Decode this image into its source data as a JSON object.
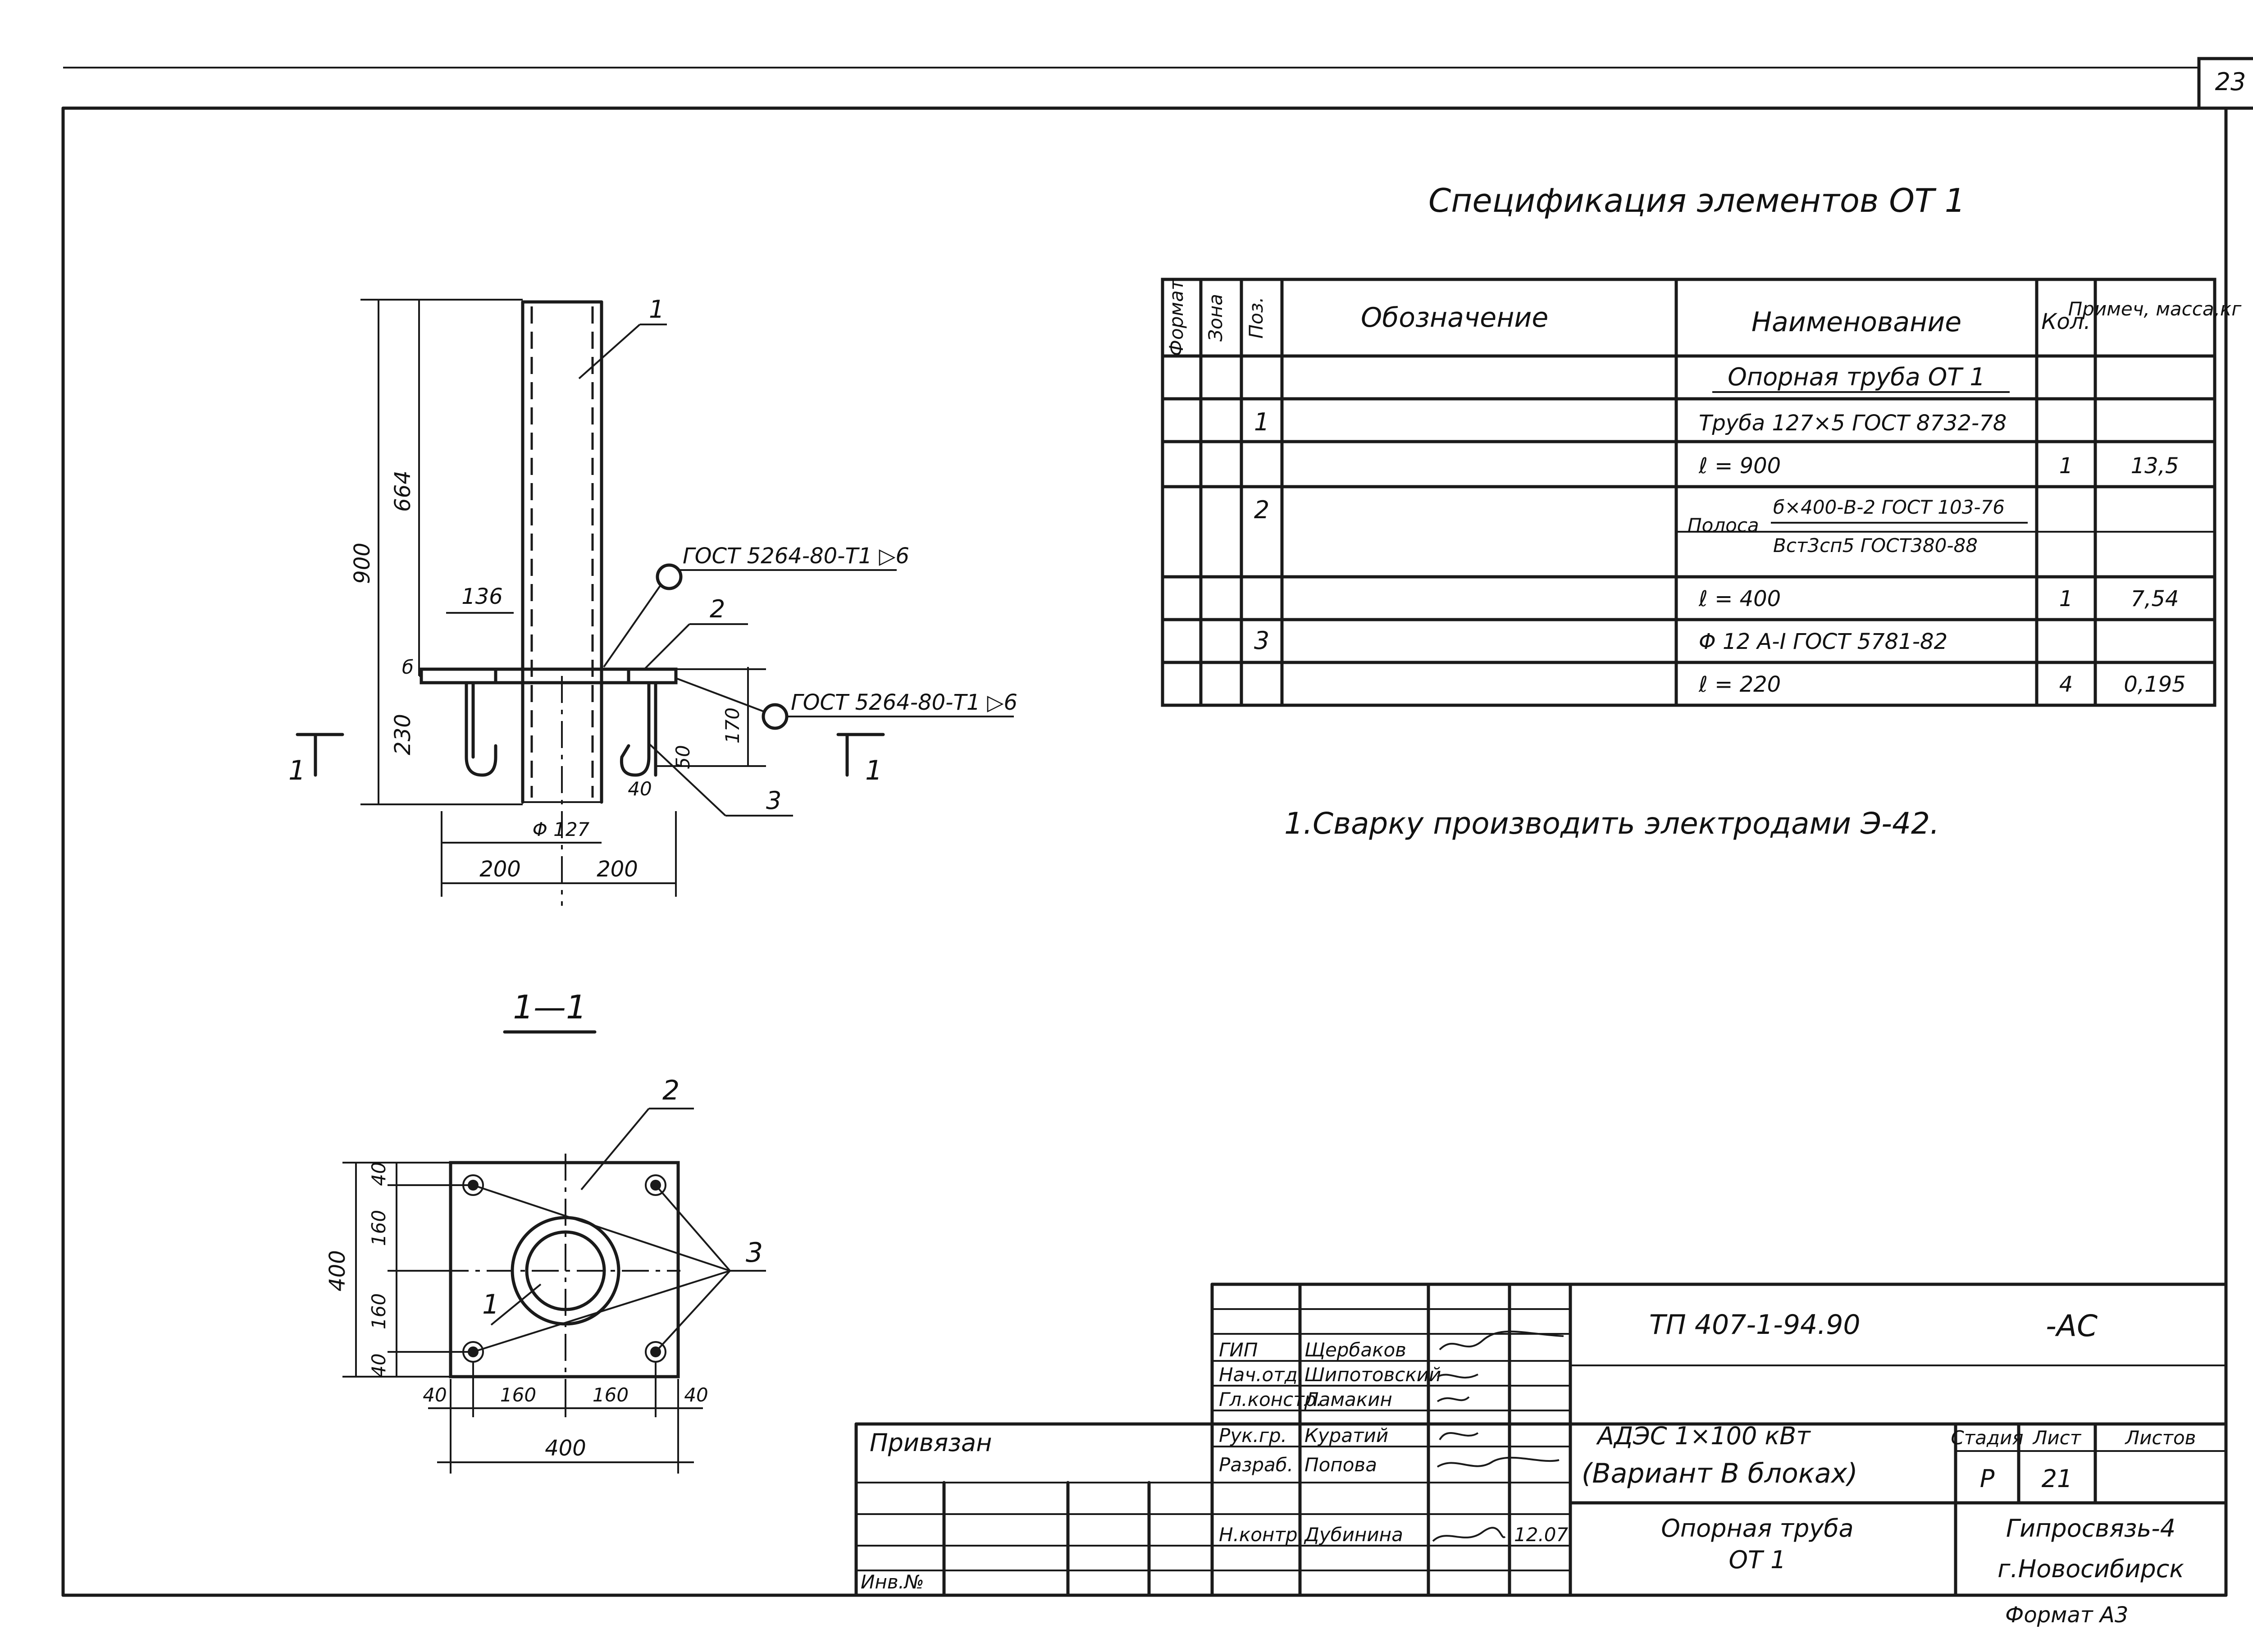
{
  "sheet_number": "23",
  "spec_title": "Спецификация элементов ОТ 1",
  "spec_table": {
    "headers": [
      "Формат",
      "Зона",
      "Поз.",
      "Обозначение",
      "Наименование",
      "Кол.",
      "Примеч, масса,кг"
    ],
    "rows": [
      {
        "pos": "",
        "name": "Опорная труба ОТ 1",
        "qty": "",
        "note": ""
      },
      {
        "pos": "1",
        "name": "Труба 127×5 ГОСТ 8732-78",
        "qty": "",
        "note": ""
      },
      {
        "pos": "",
        "name": "ℓ = 900",
        "qty": "1",
        "note": "13,5"
      },
      {
        "pos": "2",
        "name": "Полоса",
        "fraction_top": "б×400-В-2 ГОСТ 103-76",
        "fraction_bottom": "Вст3сп5 ГОСТ380-88",
        "qty": "",
        "note": ""
      },
      {
        "pos": "",
        "name": "ℓ = 400",
        "qty": "1",
        "note": "7,54"
      },
      {
        "pos": "3",
        "name": "Φ 12 А-I ГОСТ 5781-82",
        "qty": "",
        "note": ""
      },
      {
        "pos": "",
        "name": "ℓ = 220",
        "qty": "4",
        "note": "0,195"
      }
    ]
  },
  "note": "1.Сварку производить электродами Э-42.",
  "elevation": {
    "dims": [
      "900",
      "664",
      "230",
      "136",
      "б",
      "170",
      "50",
      "40",
      "Φ 127",
      "200",
      "200"
    ],
    "weld_label_1": "ГОСТ 5264-80-Т1 ▷6",
    "weld_label_2": "ГОСТ 5264-80-Т1 ▷6",
    "pos_1": "1",
    "pos_2": "2",
    "pos_3": "3",
    "section_mark": "1"
  },
  "section": {
    "title": "1—1",
    "dims_left": [
      "40",
      "160",
      "160",
      "40"
    ],
    "dims_bottom": [
      "40",
      "160",
      "160",
      "40"
    ],
    "overall_left": "400",
    "overall_bottom": "400",
    "pos_1": "1",
    "pos_2": "2",
    "pos_3": "3"
  },
  "title_block": {
    "doc_code": "ТП 407-1-94.90",
    "doc_suffix": "-АС",
    "project": "АДЭС 1×100 кВт",
    "project_sub": "(Вариант В блоках)",
    "sheet_name": "Опорная труба",
    "sheet_name_2": "ОТ 1",
    "org": "Гипросвязь-4",
    "city": "г.Новосибирск",
    "stage_label": "Стадия",
    "sheet_label": "Лист",
    "sheets_label": "Листов",
    "stage": "Р",
    "sheet": "21",
    "sheets": "",
    "privyazan": "Привязан",
    "inv": "Инв.№",
    "format": "Формат А3",
    "date": "12.07",
    "people": [
      {
        "role": "ГИП",
        "name": "Щербаков"
      },
      {
        "role": "Нач.отд.",
        "name": "Шипотовский"
      },
      {
        "role": "Гл.констр.",
        "name": "Ламакин"
      },
      {
        "role": "Рук.гр.",
        "name": "Куратий"
      },
      {
        "role": "Разраб.",
        "name": "Попова"
      },
      {
        "role": "",
        "name": ""
      },
      {
        "role": "Н.контр.",
        "name": "Дубинина"
      }
    ]
  }
}
